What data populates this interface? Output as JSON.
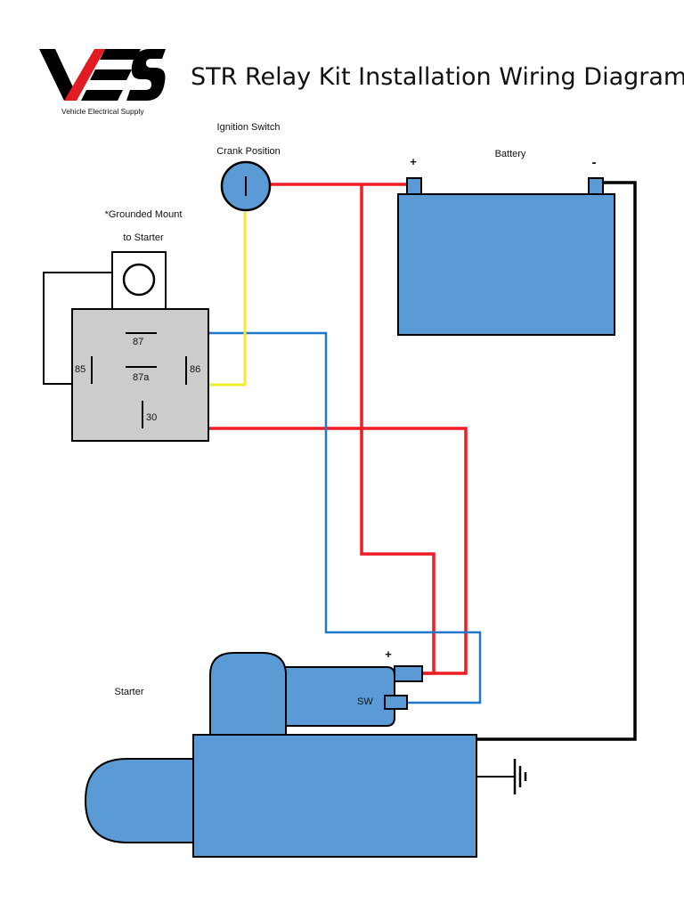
{
  "header": {
    "logo_text": "VES",
    "logo_tagline": "Vehicle Electrical Supply",
    "title": "STR Relay Kit Installation Wiring Diagram"
  },
  "ignition": {
    "label_line1": "Ignition Switch",
    "label_line2": "Crank Position",
    "symbol": "I"
  },
  "battery": {
    "label": "Battery",
    "positive": "+",
    "negative": "-"
  },
  "relay": {
    "note_line1": "*Grounded Mount",
    "note_line2": "to Starter",
    "pins": {
      "p87": "87",
      "p87a": "87a",
      "p85": "85",
      "p86": "86",
      "p30": "30"
    }
  },
  "starter": {
    "label": "Starter",
    "positive": "+",
    "sw": "SW"
  },
  "colors": {
    "red_wire": "#ee1c25",
    "blue_wire": "#1f78c8",
    "yellow_wire": "#f4ec2a",
    "black_wire": "#000000",
    "component_blue": "#5b9bd5",
    "relay_gray": "#cccccc",
    "logo_red": "#e31b23"
  },
  "icons": [
    "ground-icon",
    "ignition-switch-icon",
    "relay-mount-icon"
  ]
}
